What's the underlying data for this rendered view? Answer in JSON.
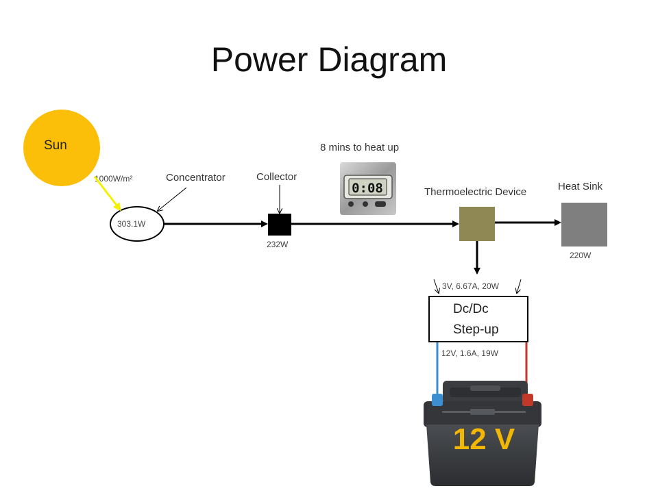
{
  "title": "Power Diagram",
  "nodes": {
    "sun": "Sun",
    "irradiance": "1000W/m²",
    "concentrator": "Concentrator",
    "concentrator_power": "303.1W",
    "collector": "Collector",
    "collector_power": "232W",
    "heat_time": "8 mins to heat up",
    "timer_display": "0:08",
    "thermoelectric": "Thermoelectric Device",
    "heat_sink": "Heat Sink",
    "heat_sink_power": "220W",
    "te_output": "3V, 6.67A, 20W",
    "dcdc_line1": "Dc/Dc",
    "dcdc_line2": "Step-up",
    "dcdc_output": "12V, 1.6A, 19W",
    "battery_label": "12 V"
  },
  "colors": {
    "sun": "#fbbf09",
    "ray": "#f5f000",
    "thermoelectric": "#8f8854",
    "heat_sink": "#7f7f7f",
    "wire_positive": "#c0392b",
    "wire_negative": "#3b8ed0",
    "battery_text": "#f2b705"
  }
}
